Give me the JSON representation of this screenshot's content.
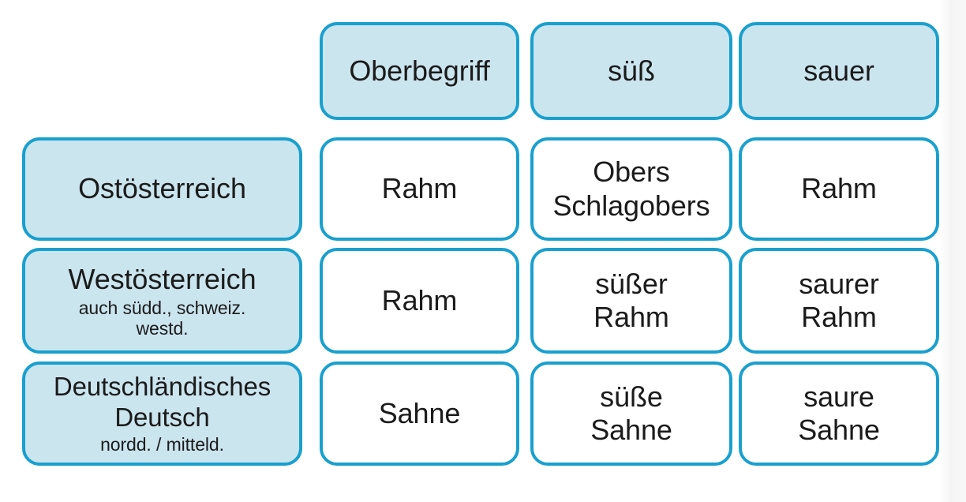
{
  "diagram": {
    "title_row_label": "",
    "columns": [
      {
        "id": "rowlabel",
        "label": ""
      },
      {
        "id": "oberbegriff",
        "label": "Oberbegriff"
      },
      {
        "id": "suess",
        "label": "süß"
      },
      {
        "id": "sauer",
        "label": "sauer"
      }
    ],
    "rows": [
      {
        "id": "ostoesterreich",
        "label": "Ostösterreich",
        "sublabel": "",
        "cells": {
          "oberbegriff": "Rahm",
          "suess": "Obers\nSchlagobers",
          "sauer": "Rahm"
        }
      },
      {
        "id": "westoesterreich",
        "label": "Westösterreich",
        "sublabel": "auch südd., schweiz.\nwestd.",
        "cells": {
          "oberbegriff": "Rahm",
          "suess": "süßer\nRahm",
          "sauer": "saurer\nRahm"
        }
      },
      {
        "id": "deutschlaendisches-deutsch",
        "label": "Deutschländisches\nDeutsch",
        "sublabel": "nordd. / mitteld.",
        "cells": {
          "oberbegriff": "Sahne",
          "suess": "süße\nSahne",
          "sauer": "saure\nSahne"
        }
      }
    ],
    "colors": {
      "border": "#19A0CE",
      "header_fill": "#CBE5EF",
      "cell_fill": "#FFFFFF",
      "text": "#1B1B1B",
      "background": "#FFFFFF"
    }
  }
}
